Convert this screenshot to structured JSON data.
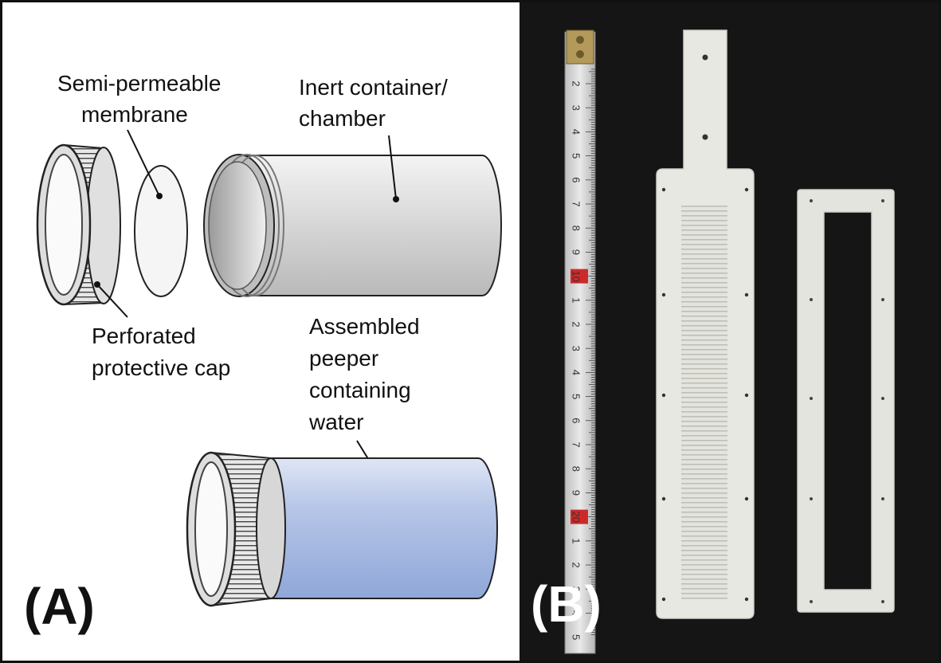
{
  "panel_a": {
    "panel_label": "(A)",
    "labels": {
      "membrane_line1": "Semi-permeable",
      "membrane_line2": "membrane",
      "container_line1": "Inert container/",
      "container_line2": "chamber",
      "cap_line1": "Perforated",
      "cap_line2": "protective cap",
      "assembled_line1": "Assembled",
      "assembled_line2": "peeper",
      "assembled_line3": "containing",
      "assembled_line4": "water"
    }
  },
  "panel_b": {
    "panel_label": "(B)",
    "ruler_numbers": [
      "2",
      "3",
      "4",
      "5",
      "6",
      "7",
      "8",
      "9",
      "10",
      "1",
      "2",
      "3",
      "4",
      "5",
      "6",
      "7",
      "8",
      "9",
      "20",
      "1",
      "2",
      "3",
      "4",
      "5"
    ]
  },
  "colors": {
    "photo_background": "#151515",
    "water": "#aebfe3",
    "ruler_highlight": "#cc2a2a",
    "plastic": "#e6e6e0"
  }
}
